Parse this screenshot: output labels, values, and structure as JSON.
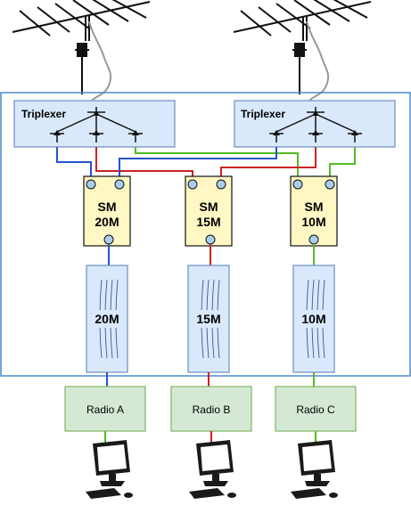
{
  "triplexers": [
    {
      "label": "Triplexer"
    },
    {
      "label": "Triplexer"
    }
  ],
  "switch_modules": [
    {
      "line1": "SM",
      "line2": "20M"
    },
    {
      "line1": "SM",
      "line2": "15M"
    },
    {
      "line1": "SM",
      "line2": "10M"
    }
  ],
  "filters": [
    {
      "label": "20M"
    },
    {
      "label": "15M"
    },
    {
      "label": "10M"
    }
  ],
  "radios": [
    {
      "label": "Radio A"
    },
    {
      "label": "Radio B"
    },
    {
      "label": "Radio C"
    }
  ],
  "colors": {
    "band_20m": "#2255cc",
    "band_15m": "#cc2222",
    "band_10m": "#55bb22",
    "container_border": "#4a8ccc",
    "triplexer_fill": "#dae8fc",
    "sm_fill": "#fff8c4",
    "radio_fill": "#d5e8d4"
  }
}
